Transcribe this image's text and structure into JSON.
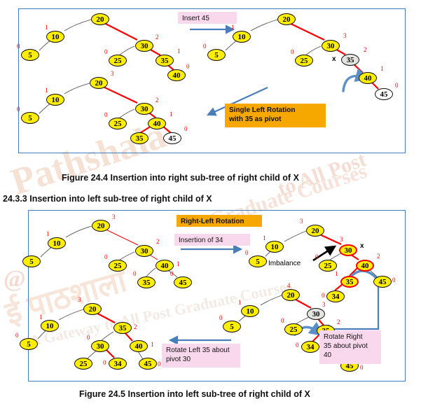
{
  "document": {
    "caption_figure_24_4": "Figure 24.4 Insertion into right sub-tree of right child of X",
    "section_heading": "24.3.3 Insertion into left sub-tree of right child of X",
    "caption_figure_24_5": "Figure 24.5 Insertion into left sub-tree of right child of X"
  },
  "watermark": {
    "line1": "Pathshala",
    "line2": "ई पाठशाला",
    "line3": "Graduate Courses",
    "line4": "to All Post",
    "line5": "@",
    "line6": "A Gateway to All Post Graduate Courses"
  },
  "figure1": {
    "panel_label": "figure-24-4-panel",
    "callouts": [
      {
        "id": "insert-45",
        "text": "Insert 45",
        "style": "pink"
      },
      {
        "id": "single-left-rotation",
        "text": "Single Left Rotation with 35 as pivot",
        "line1": "Single Left Rotation",
        "line2": "with 35 as pivot",
        "style": "orange"
      }
    ],
    "markers": [
      {
        "id": "x-marker",
        "text": "x"
      }
    ],
    "trees": [
      {
        "id": "tree-before-insert",
        "nodes": [
          {
            "value": "20",
            "bf": "",
            "fill": "yellow"
          },
          {
            "value": "10",
            "bf": "1",
            "fill": "yellow"
          },
          {
            "value": "5",
            "bf": "0",
            "fill": "yellow"
          },
          {
            "value": "30",
            "bf": "2",
            "fill": "yellow"
          },
          {
            "value": "25",
            "bf": "0",
            "fill": "yellow"
          },
          {
            "value": "35",
            "bf": "1",
            "fill": "yellow"
          },
          {
            "value": "40",
            "bf": "0",
            "fill": "yellow"
          }
        ]
      },
      {
        "id": "tree-after-insert-45",
        "nodes": [
          {
            "value": "20",
            "bf": "",
            "fill": "yellow"
          },
          {
            "value": "10",
            "bf": "1",
            "fill": "yellow"
          },
          {
            "value": "5",
            "bf": "0",
            "fill": "yellow"
          },
          {
            "value": "30",
            "bf": "3",
            "fill": "yellow"
          },
          {
            "value": "25",
            "bf": "0",
            "fill": "yellow"
          },
          {
            "value": "35",
            "bf": "2",
            "fill": "grey"
          },
          {
            "value": "40",
            "bf": "1",
            "fill": "yellow"
          },
          {
            "value": "45",
            "bf": "0",
            "fill": "white"
          }
        ]
      },
      {
        "id": "tree-after-rotation",
        "nodes": [
          {
            "value": "20",
            "bf": "3",
            "fill": "yellow"
          },
          {
            "value": "10",
            "bf": "1",
            "fill": "yellow"
          },
          {
            "value": "5",
            "bf": "0",
            "fill": "yellow"
          },
          {
            "value": "30",
            "bf": "2",
            "fill": "yellow"
          },
          {
            "value": "25",
            "bf": "0",
            "fill": "yellow"
          },
          {
            "value": "40",
            "bf": "1",
            "fill": "yellow"
          },
          {
            "value": "35",
            "bf": "",
            "fill": "yellow"
          },
          {
            "value": "45",
            "bf": "0",
            "fill": "white"
          }
        ]
      }
    ]
  },
  "figure2": {
    "panel_label": "figure-24-5-panel",
    "callouts": [
      {
        "id": "right-left-rotation",
        "text": "Right-Left Rotation",
        "style": "orange"
      },
      {
        "id": "insertion-of-34",
        "text": "Insertion of  34",
        "style": "pink"
      },
      {
        "id": "rotate-right-35",
        "line1": "Rotate Right",
        "line2": "35 about pivot",
        "line3": "40",
        "style": "pink"
      },
      {
        "id": "rotate-left-35",
        "line1": "Rotate Left  35 about",
        "line2": "pivot 30",
        "style": "pink"
      }
    ],
    "markers": [
      {
        "id": "x-marker",
        "text": "x"
      },
      {
        "id": "imbalance-label",
        "text": "Imbalance"
      }
    ],
    "trees": [
      {
        "id": "tree-before-insert-34",
        "nodes": [
          {
            "value": "20",
            "bf": "3",
            "fill": "yellow"
          },
          {
            "value": "10",
            "bf": "1",
            "fill": "yellow"
          },
          {
            "value": "5",
            "bf": "",
            "fill": "yellow"
          },
          {
            "value": "30",
            "bf": "2",
            "fill": "yellow"
          },
          {
            "value": "25",
            "bf": "0",
            "fill": "yellow"
          },
          {
            "value": "40",
            "bf": "1",
            "fill": "yellow"
          },
          {
            "value": "35",
            "bf": "0",
            "fill": "yellow"
          },
          {
            "value": "45",
            "bf": "0",
            "fill": "yellow"
          }
        ]
      },
      {
        "id": "tree-after-insert-34",
        "nodes": [
          {
            "value": "20",
            "bf": "3",
            "fill": "yellow"
          },
          {
            "value": "10",
            "bf": "1",
            "fill": "yellow"
          },
          {
            "value": "5",
            "bf": "0",
            "fill": "yellow"
          },
          {
            "value": "30",
            "bf": "3",
            "fill": "yellow",
            "highlight": true
          },
          {
            "value": "25",
            "bf": "0",
            "fill": "yellow"
          },
          {
            "value": "40",
            "bf": "2",
            "fill": "yellow",
            "highlight": true
          },
          {
            "value": "35",
            "bf": "1",
            "fill": "yellow",
            "highlight": true
          },
          {
            "value": "45",
            "bf": "0",
            "fill": "yellow"
          },
          {
            "value": "34",
            "bf": "0",
            "fill": "yellow"
          }
        ]
      },
      {
        "id": "tree-after-right-rotation",
        "nodes": [
          {
            "value": "20",
            "bf": "4",
            "fill": "yellow"
          },
          {
            "value": "10",
            "bf": "1",
            "fill": "yellow"
          },
          {
            "value": "5",
            "bf": "0",
            "fill": "yellow"
          },
          {
            "value": "30",
            "bf": "3",
            "fill": "grey"
          },
          {
            "value": "25",
            "bf": "0",
            "fill": "yellow"
          },
          {
            "value": "35",
            "bf": "2",
            "fill": "yellow"
          },
          {
            "value": "34",
            "bf": "0",
            "fill": "yellow"
          },
          {
            "value": "40",
            "bf": "1",
            "fill": "yellow"
          },
          {
            "value": "45",
            "bf": "0",
            "fill": "yellow"
          }
        ]
      },
      {
        "id": "tree-final-balanced",
        "nodes": [
          {
            "value": "20",
            "bf": "3",
            "fill": "yellow"
          },
          {
            "value": "10",
            "bf": "1",
            "fill": "yellow"
          },
          {
            "value": "5",
            "bf": "0",
            "fill": "yellow"
          },
          {
            "value": "35",
            "bf": "2",
            "fill": "yellow"
          },
          {
            "value": "30",
            "bf": "0",
            "fill": "yellow"
          },
          {
            "value": "25",
            "bf": "",
            "fill": "yellow"
          },
          {
            "value": "34",
            "bf": "0",
            "fill": "yellow"
          },
          {
            "value": "40",
            "bf": "1",
            "fill": "yellow"
          },
          {
            "value": "45",
            "bf": "0",
            "fill": "yellow"
          }
        ]
      }
    ]
  },
  "colors": {
    "node_fill": "#ffee00",
    "node_white": "#ffffff",
    "node_grey": "#e3e3e0",
    "edge_red": "#ff0000",
    "edge_grey": "#555555",
    "panel_border": "#3f7fc1",
    "callout_pink": "#f9d8ee",
    "callout_orange": "#f7a800",
    "arrow_blue": "#4a7ebb",
    "balance_factor": "#ff0000"
  }
}
